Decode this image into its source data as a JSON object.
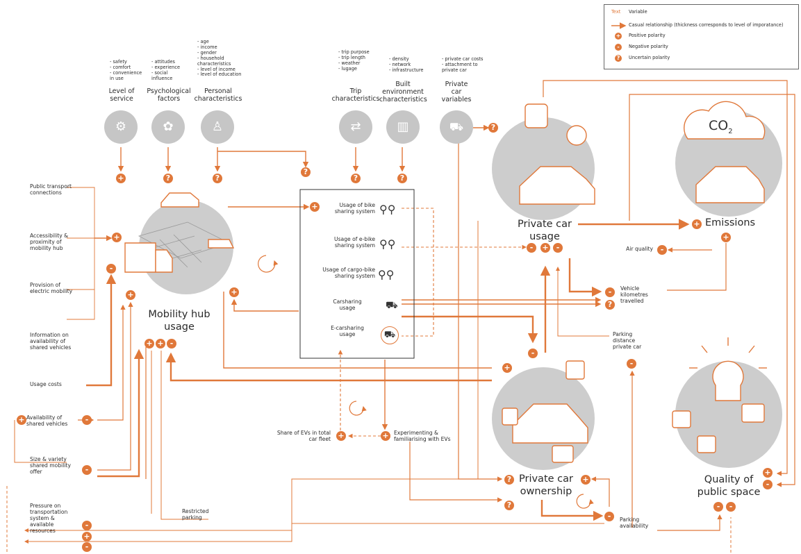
{
  "colors": {
    "accent": "#e0783a",
    "line": "#e0783a",
    "text": "#2a2a2a",
    "bubble": "#c8c8c8"
  },
  "legend": {
    "text_key": "Text",
    "text_label": "Variable",
    "arrow_label": "Casual relationship (thickness corresponds to level of imporatance)",
    "positive_label": "Positive polarity",
    "negative_label": "Negative polarity",
    "uncertain_label": "Uncertain polarity"
  },
  "symbols": {
    "plus": "+",
    "minus": "-",
    "question": "?"
  },
  "top_factors": {
    "level_of_service": {
      "items": "- safety\n- comfort\n- convenience\n   in use",
      "title": "Level of\nservice",
      "icon": "wrench-icon"
    },
    "psychological": {
      "items": "- attitudes\n- experience\n- social\n   influence",
      "title": "Psychological\nfactors",
      "icon": "brain-icon"
    },
    "personal": {
      "items": "- age\n- income\n- gender\n- household\n   characteristics\n- level of income\n- level of education",
      "title": "Personal\ncharacteristics",
      "icon": "person-icon"
    },
    "trip": {
      "items": "- trip purpose\n- trip length\n- weather\n- lugage",
      "title": "Trip\ncharacteristics",
      "icon": "arrows-exchange-icon"
    },
    "built": {
      "items": "- density\n- network\n- infrastructure",
      "title": "Built\nenvironment\ncharacteristics",
      "icon": "buildings-icon"
    },
    "private_car": {
      "items": "- private car costs\n- attachment to\n   private car",
      "title": "Private\ncar\nvariables",
      "icon": "car-icon"
    }
  },
  "left_variables": {
    "public_transport": "Public transport\nconnections",
    "accessibility": "Accessibility &\nproximity of\nmobility hub",
    "electric": "Provision of\nelectric mobility",
    "information": "Information on\navailability of\nshared vehicles",
    "usage_costs": "Usage costs",
    "availability": "Availability of\nshared vehicles",
    "size_variety": "Size & variety\nshared mobility\noffer",
    "pressure": "Pressure on\ntransportation\nsystem &\navailable\nresources",
    "restricted_parking": "Restricted\nparking"
  },
  "mobility_hub_usage": "Mobility hub\nusage",
  "sharing_box": {
    "bike": "Usage of bike\nsharing system",
    "ebike": "Usage of e-bike\nsharing system",
    "cargo": "Usage of cargo-bike\nsharing system",
    "carsharing": "Carsharing\nusage",
    "ecarsharing": "E-carsharing\nusage"
  },
  "middle_variables": {
    "share_evs": "Share of EVs in total\ncar fleet",
    "experimenting": "Experimenting &\nfamiliarising with EVs"
  },
  "right_variables": {
    "private_car_usage": "Private car\nusage",
    "emissions": "Emissions",
    "air_quality": "Air quality",
    "vkt": "Vehicle\nkilometres\ntravelled",
    "parking_distance": "Parking\ndistance\nprivate car",
    "private_car_ownership": "Private car\nownership",
    "parking_availability": "Parking\navailability",
    "quality_public_space": "Quality of\npublic space",
    "co2": "CO",
    "co2_sub": "2"
  }
}
